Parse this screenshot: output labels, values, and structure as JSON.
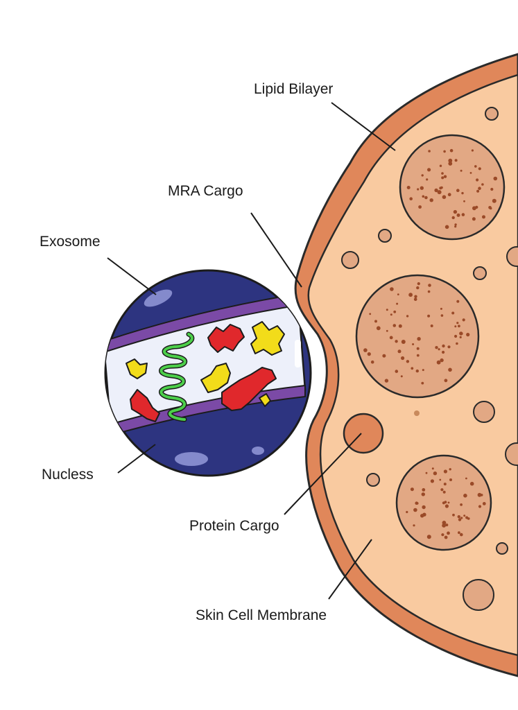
{
  "labels": {
    "lipid_bilayer": "Lipid Bilayer",
    "mra_cargo": "MRA Cargo",
    "exosome": "Exosome",
    "nucless": "Nucless",
    "protein_cargo": "Protein Cargo",
    "skin_cell_membrane": "Skin Cell Membrane"
  },
  "colors": {
    "cell_fill": "#f9caa0",
    "cell_membrane": "#e0875a",
    "vesicle_fill": "#e2a884",
    "vesicle_dots": "#9a4a28",
    "exosome_shell": "#2d3480",
    "exosome_band": "#7b4aa6",
    "exosome_core": "#edf0fa",
    "mrna_green": "#4ccf4a",
    "protein_red": "#e0282c",
    "protein_yellow": "#f2dc1a",
    "outline": "#2a2a2a"
  }
}
